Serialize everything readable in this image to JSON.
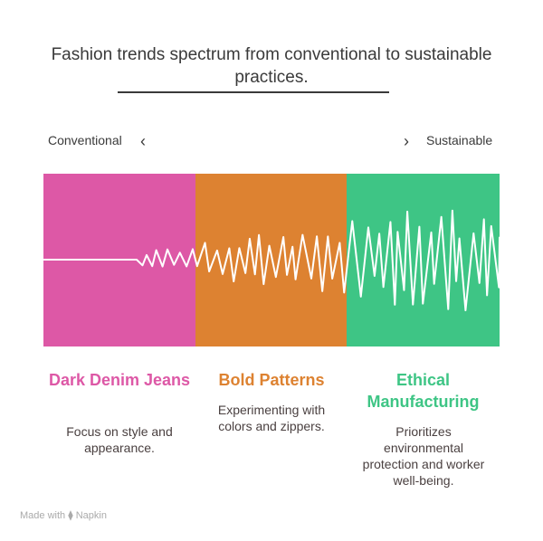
{
  "title": "Fashion trends spectrum from conventional to sustainable practices.",
  "spectrum": {
    "left_label": "Conventional",
    "right_label": "Sustainable"
  },
  "colors": {
    "pink": "#dd58a6",
    "orange": "#dd8231",
    "green": "#3ec585"
  },
  "stages": [
    {
      "title": "Dark Denim Jeans",
      "description": "Focus on style and appearance."
    },
    {
      "title": "Bold Patterns",
      "description": "Experimenting with colors and zippers."
    },
    {
      "title": "Ethical Manufacturing",
      "description": "Prioritizes environmental protection and worker well-being."
    }
  ],
  "footer": {
    "made_with": "Made with",
    "brand": "Napkin"
  }
}
